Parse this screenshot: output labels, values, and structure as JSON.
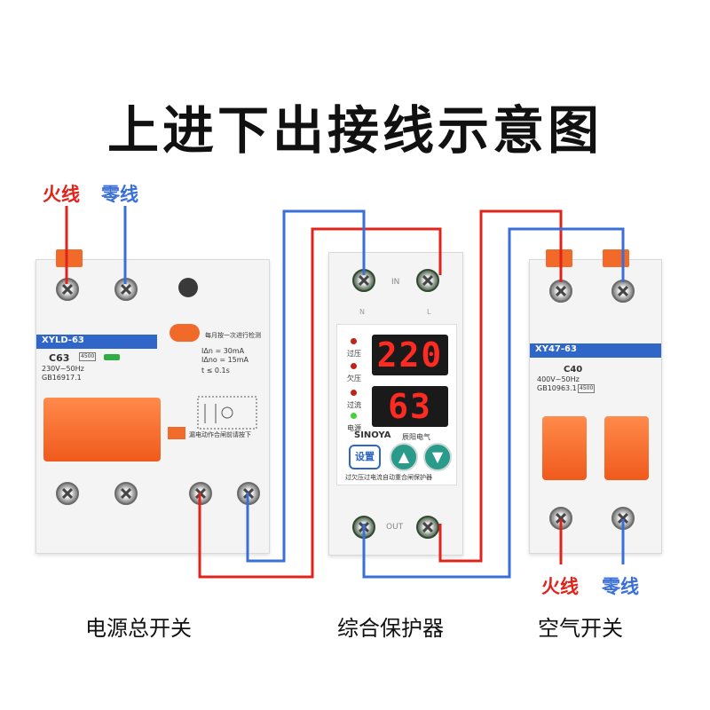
{
  "title": "上进下出接线示意图",
  "labels": {
    "live_left": "火线",
    "neutral_left": "零线",
    "live_right": "火线",
    "neutral_right": "零线"
  },
  "captions": {
    "main_switch": "电源总开关",
    "protector": "综合保护器",
    "air_switch": "空气开关"
  },
  "main_switch": {
    "brand_model": "XYLD-63",
    "rating": "C63",
    "capacity": "4500",
    "spec1": "230V~50Hz",
    "spec2": "GB16917.1",
    "test_note": "每月按一次进行检测",
    "leak1": "IΔn = 30mA",
    "leak2": "IΔno = 15mA",
    "time": "t ≤ 0.1s",
    "bottom_note": "漏电动作合闸前请按下"
  },
  "protector": {
    "top_label": "IN",
    "bottom_label": "OUT",
    "n_left": "N",
    "l_right": "L",
    "voltage": "220",
    "current": "63",
    "leds": {
      "over_voltage": "过压",
      "under_voltage": "欠压",
      "over_current": "过流",
      "power": "电源"
    },
    "brand": "SINOYA",
    "brand_cn": "辰阳电气",
    "btn_set": "设置",
    "btn_up": "▲",
    "btn_down": "▼",
    "product_name": "过欠压过电流自动重合闸保护器"
  },
  "air_switch": {
    "brand_model": "XY47-63",
    "rating": "C40",
    "capacity": "4500",
    "spec1": "400V~50Hz",
    "spec2": "GB10963.1"
  },
  "colors": {
    "live": "#e0241c",
    "neutral": "#3a6fd8",
    "handle": "#f05a1c",
    "display": "#ff2a22"
  }
}
